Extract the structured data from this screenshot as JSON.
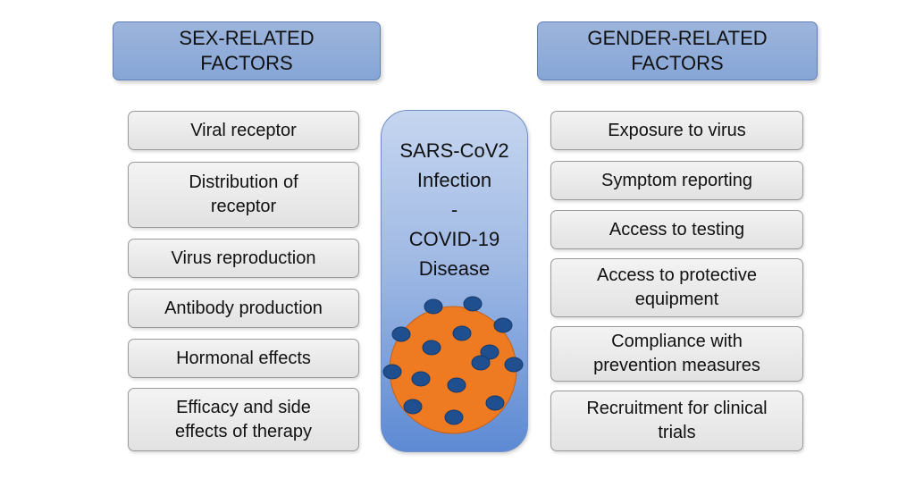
{
  "headers": {
    "left": "SEX-RELATED\nFACTORS",
    "right": "GENDER-RELATED\nFACTORS"
  },
  "center": {
    "text": "SARS-CoV2\nInfection\n-\nCOVID-19\nDisease"
  },
  "sex_factors": [
    "Viral receptor",
    "Distribution of\nreceptor",
    "Virus reproduction",
    "Antibody production",
    "Hormonal effects",
    "Efficacy and side\neffects of therapy"
  ],
  "gender_factors": [
    "Exposure to virus",
    "Symptom reporting",
    "Access to testing",
    "Access to protective\nequipment",
    "Compliance with\nprevention measures",
    "Recruitment for clinical\ntrials"
  ],
  "colors": {
    "header_fill": "#8eabd9",
    "factor_fill": "#e8e8e8",
    "virus_body": "#ee7a22",
    "virus_spike": "#1f4f8f"
  }
}
